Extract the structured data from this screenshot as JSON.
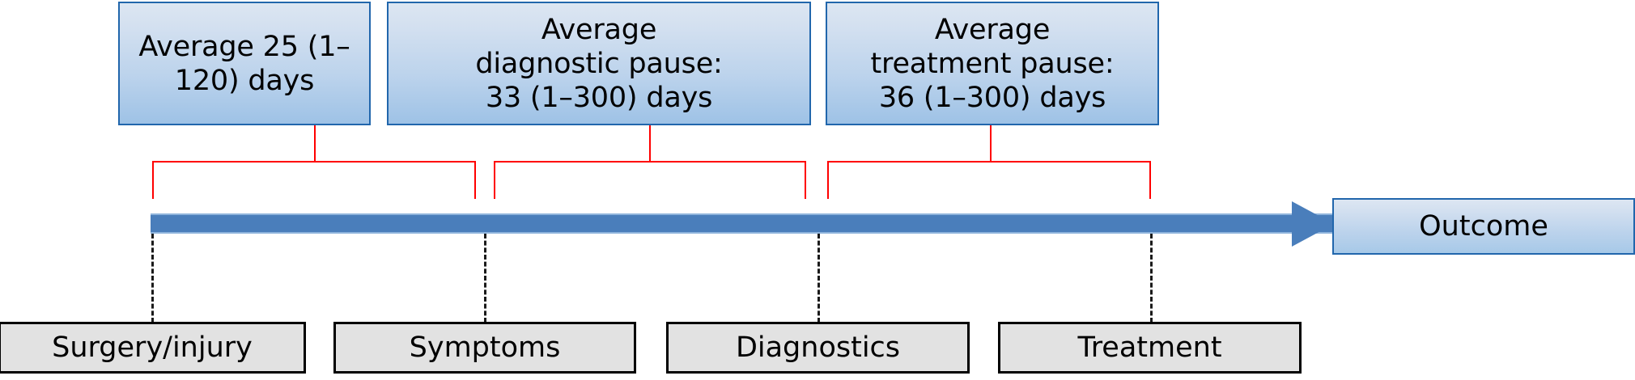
{
  "diagram": {
    "type": "timeline-flow",
    "pause_boxes": [
      {
        "id": "interval-surgery-to-symptoms",
        "text": "Average 25 (1–120) days"
      },
      {
        "id": "interval-symptoms-to-diagnostics",
        "text": "Average\ndiagnostic pause:\n33 (1–300) days"
      },
      {
        "id": "interval-diagnostics-to-treatment",
        "text": "Average\ntreatment pause:\n36 (1–300) days"
      }
    ],
    "events": [
      {
        "id": "surgery-injury",
        "label": "Surgery/injury"
      },
      {
        "id": "symptoms",
        "label": "Symptoms"
      },
      {
        "id": "diagnostics",
        "label": "Diagnostics"
      },
      {
        "id": "treatment",
        "label": "Treatment"
      }
    ],
    "endpoint": {
      "id": "outcome",
      "label": "Outcome"
    },
    "colors": {
      "pause_box_border": "#2166ac",
      "pause_box_fill_top": "#dce6f2",
      "pause_box_fill_bottom": "#9ec2e6",
      "bracket": "#ff0000",
      "timeline_arrow": "#4a7ebb",
      "timeline_arrow_edge": "#8fb4dc",
      "event_box_fill": "#e2e2e2",
      "event_box_border": "#000000",
      "dropper_line": "#1a1a1a"
    }
  },
  "chart_data": {
    "type": "table",
    "title": "Diagnostic and treatment delay timeline",
    "categories": [
      "Surgery/injury",
      "Symptoms",
      "Diagnostics",
      "Treatment",
      "Outcome"
    ],
    "intervals": [
      {
        "from": "Surgery/injury",
        "to": "Symptoms",
        "label": "Average 25 (1–120) days",
        "mean_days": 25,
        "min_days": 1,
        "max_days": 120
      },
      {
        "from": "Symptoms",
        "to": "Diagnostics",
        "label": "Average diagnostic pause: 33 (1–300) days",
        "mean_days": 33,
        "min_days": 1,
        "max_days": 300
      },
      {
        "from": "Diagnostics",
        "to": "Treatment",
        "label": "Average treatment pause: 36 (1–300) days",
        "mean_days": 36,
        "min_days": 1,
        "max_days": 300
      }
    ],
    "xlabel": "",
    "ylabel": "",
    "grid": false,
    "legend": "none"
  }
}
